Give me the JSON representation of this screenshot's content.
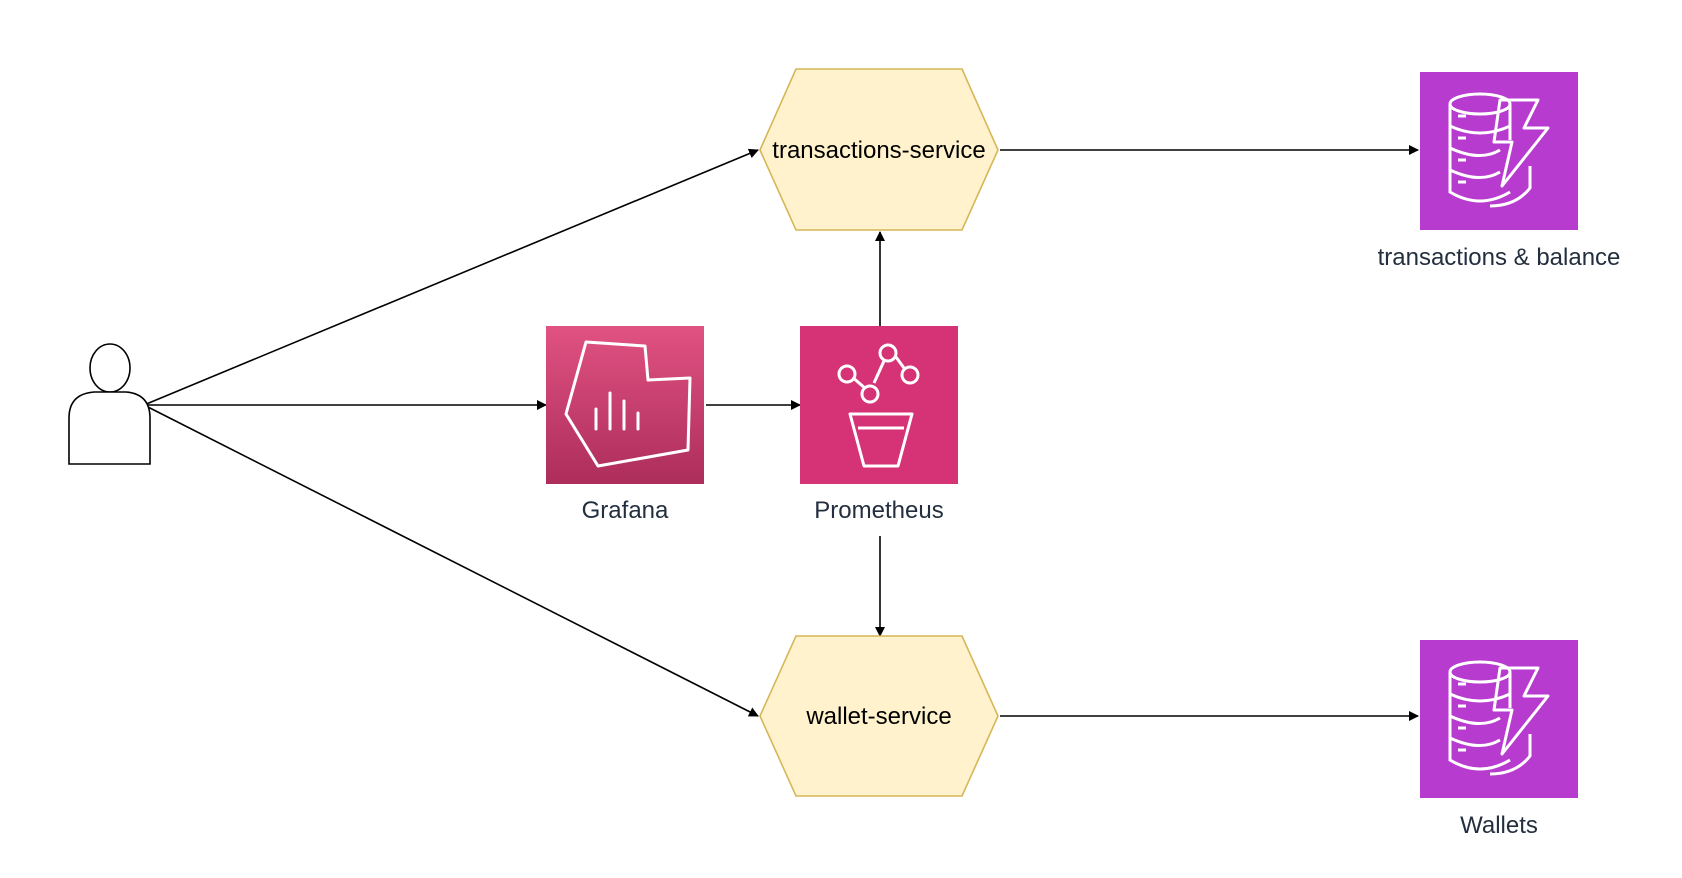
{
  "nodes": {
    "transactions_service": {
      "label": "transactions-service",
      "fill": "#fff2cc",
      "stroke": "#d6b656"
    },
    "wallet_service": {
      "label": "wallet-service",
      "fill": "#fff2cc",
      "stroke": "#d6b656"
    },
    "grafana": {
      "label": "Grafana",
      "icon": "grafana-icon",
      "color_top": "#e05282",
      "color_bottom": "#ad2d5b"
    },
    "prometheus": {
      "label": "Prometheus",
      "icon": "prometheus-icon",
      "color": "#d63377"
    },
    "transactions_db": {
      "label": "transactions & balance",
      "icon": "dynamodb-icon",
      "color": "#b83bd0"
    },
    "wallets_db": {
      "label": "Wallets",
      "icon": "dynamodb-icon",
      "color": "#b83bd0"
    },
    "user": {
      "icon": "user-icon"
    }
  },
  "edges": [
    {
      "from": "user",
      "to": "transactions_service"
    },
    {
      "from": "user",
      "to": "grafana"
    },
    {
      "from": "user",
      "to": "wallet_service"
    },
    {
      "from": "grafana",
      "to": "prometheus"
    },
    {
      "from": "prometheus",
      "to": "transactions_service"
    },
    {
      "from": "prometheus",
      "to": "wallet_service"
    },
    {
      "from": "transactions_service",
      "to": "transactions_db"
    },
    {
      "from": "wallet_service",
      "to": "wallets_db"
    }
  ]
}
